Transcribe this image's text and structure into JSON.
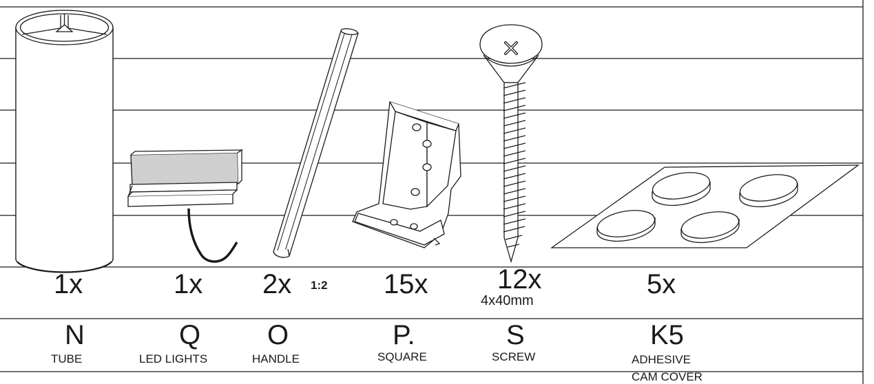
{
  "parts": [
    {
      "id": "tube",
      "quantity": "1x",
      "code": "N",
      "name": "TUBE"
    },
    {
      "id": "led",
      "quantity": "1x",
      "code": "Q",
      "name": "LED LIGHTS"
    },
    {
      "id": "handle",
      "quantity": "2x",
      "code": "O",
      "name": "HANDLE",
      "scale": "1:2"
    },
    {
      "id": "square",
      "quantity": "15x",
      "code": "P.",
      "name": "SQUARE"
    },
    {
      "id": "screw",
      "quantity": "12x",
      "code": "S",
      "name": "SCREW",
      "size": "4x40mm"
    },
    {
      "id": "cam-cover",
      "quantity": "5x",
      "code": "K5",
      "name_lines": [
        "ADHESIVE",
        "CAM COVER"
      ]
    }
  ],
  "colors": {
    "line": "#1a1a1a",
    "part_fill": "#ffffff",
    "led_bar": "#c9c9c9",
    "background": "#ffffff"
  }
}
